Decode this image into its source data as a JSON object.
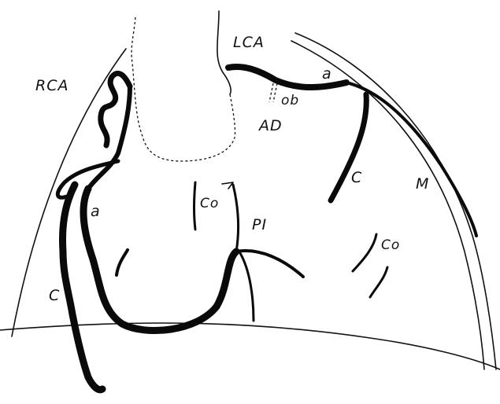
{
  "labels": {
    "rca": "RCA",
    "lca": "LCA",
    "a_left": "a",
    "a_right": "a",
    "ob": "ob",
    "ad": "AD",
    "c_left": "C",
    "c_right": "C",
    "co_center": "Co",
    "co_right": "Co",
    "pi": "PI",
    "m": "M"
  }
}
